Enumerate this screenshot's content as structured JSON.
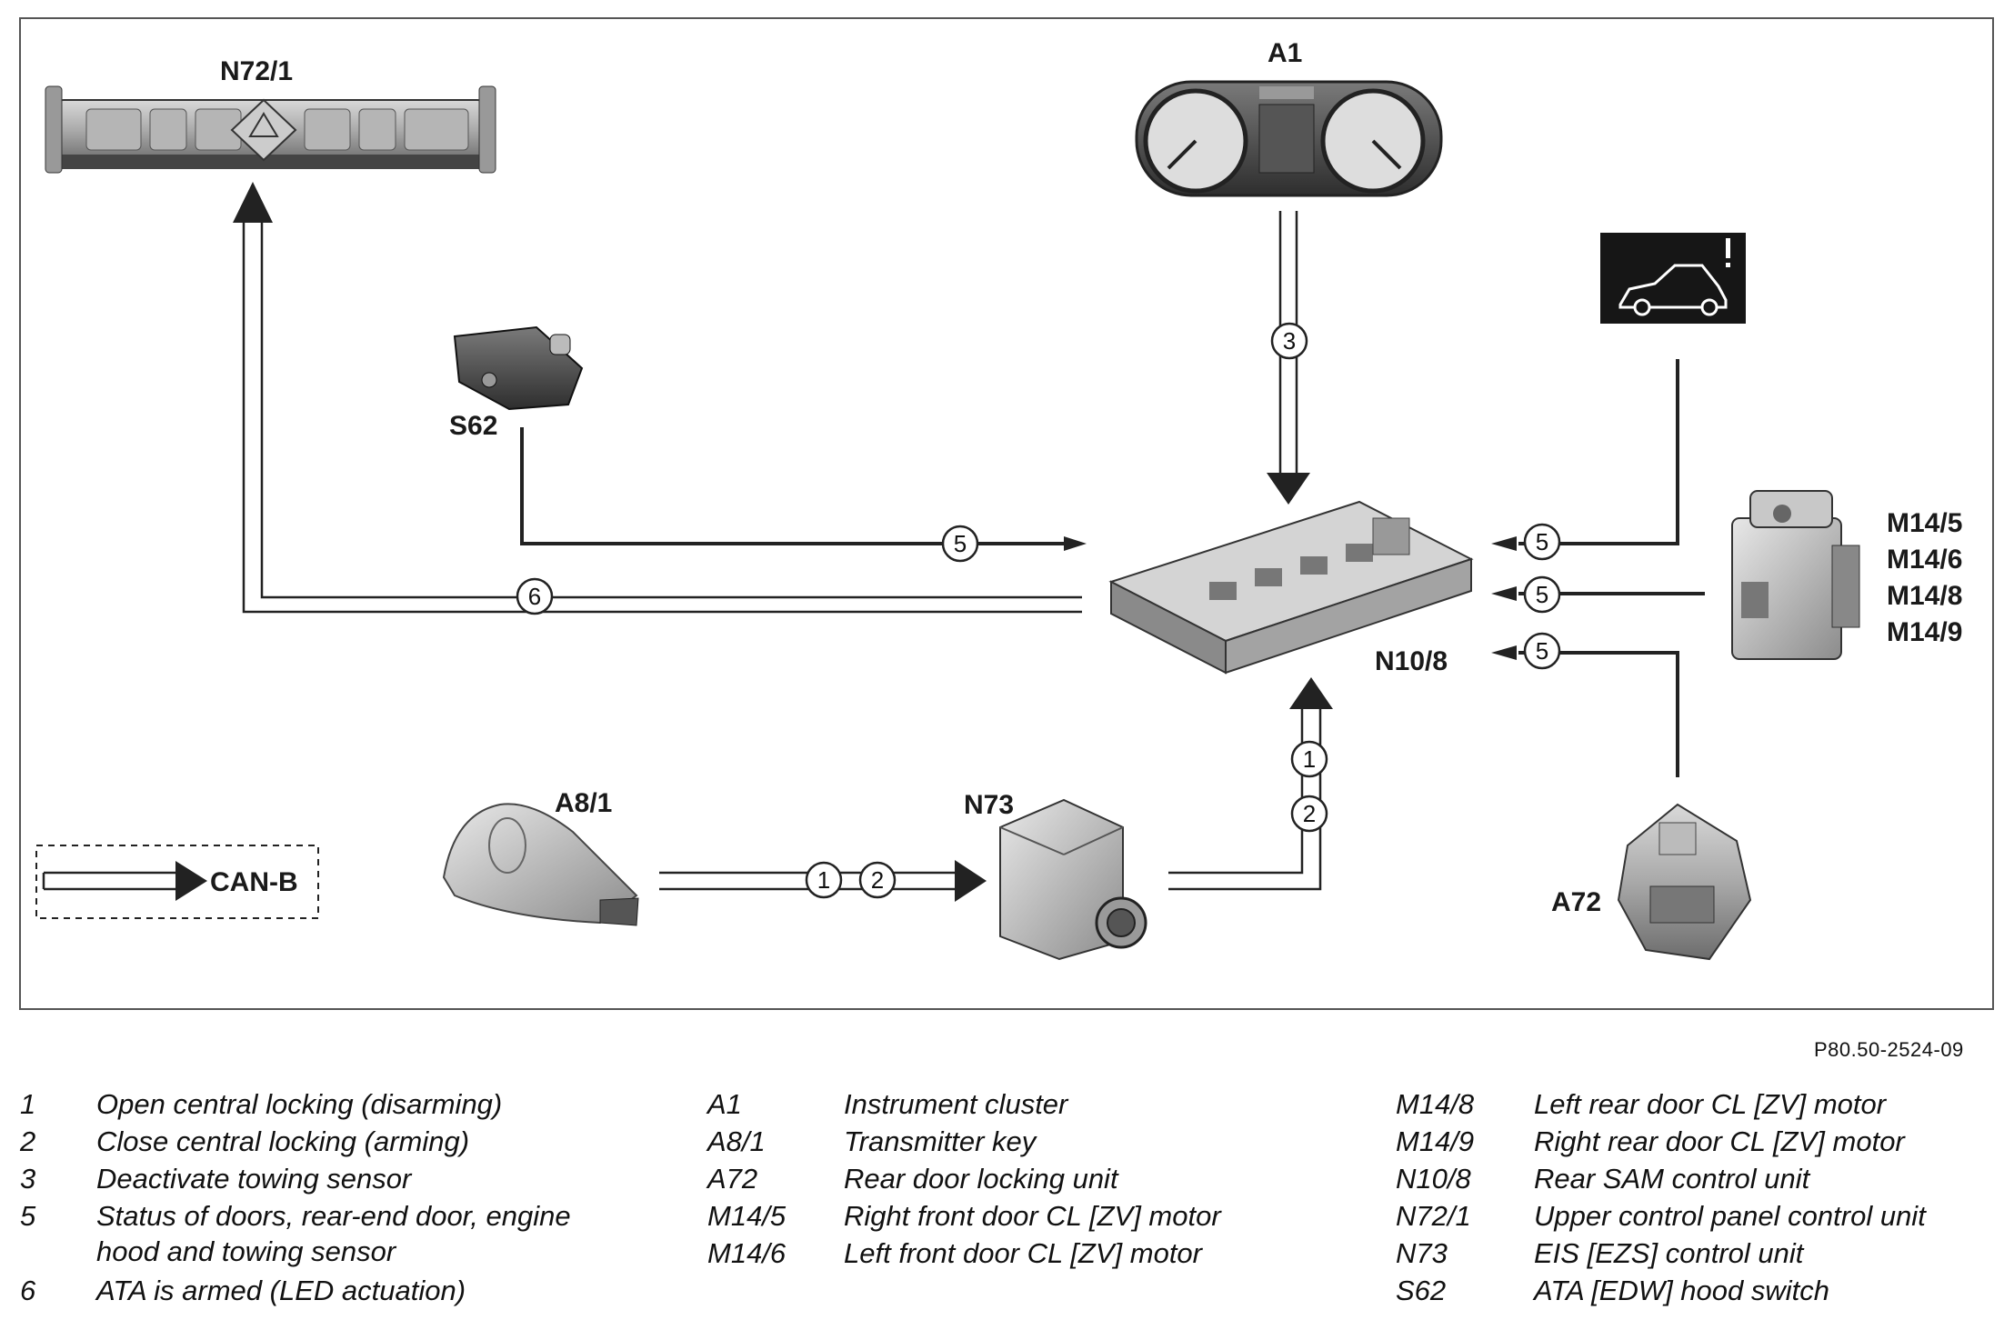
{
  "components": {
    "n72_1": "N72/1",
    "a1": "A1",
    "s62": "S62",
    "n10_8": "N10/8",
    "m14_5": "M14/5",
    "m14_6": "M14/6",
    "m14_8": "M14/8",
    "m14_9": "M14/9",
    "a8_1": "A8/1",
    "n73": "N73",
    "a72": "A72"
  },
  "markers": {
    "m1": "1",
    "m2": "2",
    "m3": "3",
    "m5": "5",
    "m6": "6"
  },
  "key_box": {
    "label": "CAN-B"
  },
  "figure_id": "P80.50-2524-09",
  "legend": {
    "col1": [
      {
        "code": "1",
        "text": "Open central locking (disarming)"
      },
      {
        "code": "2",
        "text": "Close central locking (arming)"
      },
      {
        "code": "3",
        "text": "Deactivate towing sensor"
      },
      {
        "code": "5",
        "text": "Status of doors, rear-end door, engine",
        "text2": "hood and towing sensor"
      },
      {
        "code": "6",
        "text": "ATA is armed (LED actuation)"
      }
    ],
    "col2": [
      {
        "code": "A1",
        "text": "Instrument cluster"
      },
      {
        "code": "A8/1",
        "text": "Transmitter key"
      },
      {
        "code": "A72",
        "text": "Rear door locking unit"
      },
      {
        "code": "M14/5",
        "text": "Right front door CL [ZV] motor"
      },
      {
        "code": "M14/6",
        "text": "Left front door CL [ZV] motor"
      }
    ],
    "col3": [
      {
        "code": "M14/8",
        "text": "Left rear door CL [ZV] motor"
      },
      {
        "code": "M14/9",
        "text": "Right rear door CL [ZV] motor"
      },
      {
        "code": "N10/8",
        "text": "Rear SAM control unit"
      },
      {
        "code": "N72/1",
        "text": "Upper control panel control unit"
      },
      {
        "code": "N73",
        "text": "EIS [EZS] control unit"
      },
      {
        "code": "S62",
        "text": "ATA [EDW] hood switch"
      }
    ]
  },
  "icons": {
    "control_panel": "control-panel-icon",
    "instrument_cluster": "instrument-cluster-icon",
    "hood_switch": "hood-switch-icon",
    "sam_unit": "sam-control-unit-icon",
    "car_warning": "car-warning-icon",
    "door_motor": "door-motor-icon",
    "transmitter_key": "transmitter-key-icon",
    "eis_unit": "eis-unit-icon",
    "door_lock_unit": "door-locking-unit-icon"
  }
}
